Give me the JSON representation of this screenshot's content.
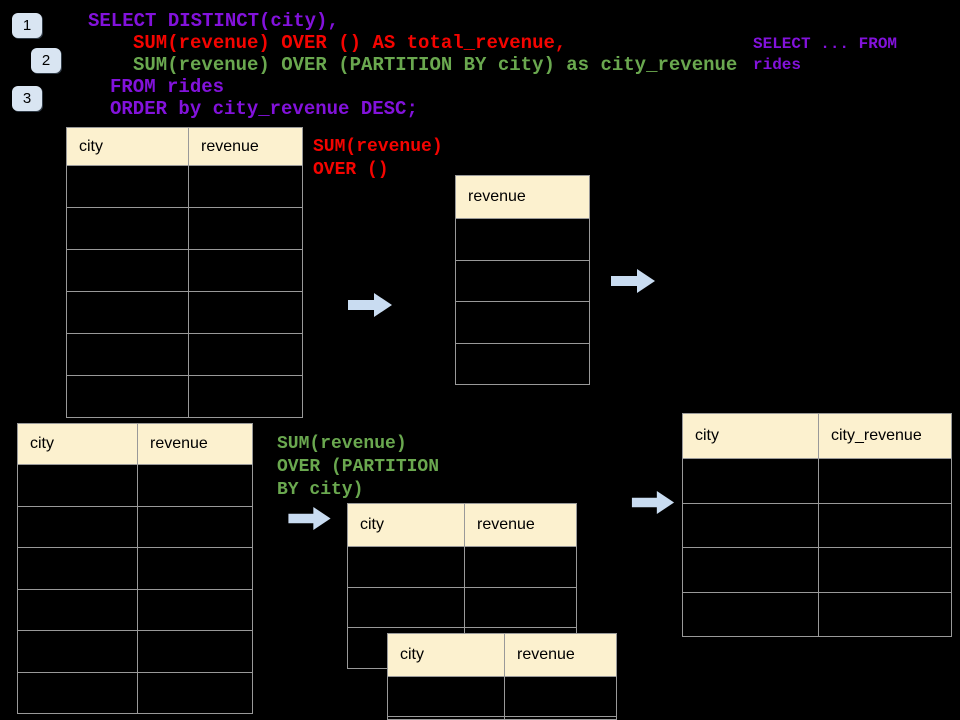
{
  "palette": {
    "purple": "#8312DC",
    "red": "#F50400",
    "green": "#6AA84F",
    "header-bg": "#FCF1CF",
    "grid": "#999999",
    "arrow": "#C9DCF1",
    "badge-bg": "#D9E5F2",
    "canvas-bg": "#000000"
  },
  "steps": [
    {
      "label": "1"
    },
    {
      "label": "2"
    },
    {
      "label": "3"
    }
  ],
  "sql": {
    "line1": "SELECT DISTINCT(city),",
    "line2": "SUM(revenue) OVER () AS total_revenue,",
    "line3": "SUM(revenue) OVER (PARTITION BY city) as city_revenue",
    "line4": "FROM rides",
    "line5": "ORDER by city_revenue DESC;"
  },
  "side_note": {
    "line1": "SELECT ... FROM",
    "line2": "rides"
  },
  "note_total": {
    "line1": "SUM(revenue)",
    "line2": "OVER ()"
  },
  "note_partition": {
    "line1": "SUM(revenue)",
    "line2": "OVER (PARTITION",
    "line3": "BY city)"
  },
  "tables": {
    "source": {
      "headers": [
        "city",
        "revenue"
      ],
      "rows": 6
    },
    "total": {
      "headers": [
        "revenue"
      ],
      "rows": 4
    },
    "source2": {
      "headers": [
        "city",
        "revenue"
      ],
      "rows": 6
    },
    "partition_a": {
      "headers": [
        "city",
        "revenue"
      ],
      "rows": 3
    },
    "partition_b": {
      "headers": [
        "city",
        "revenue"
      ],
      "rows": 2
    },
    "result": {
      "headers": [
        "city",
        "city_revenue"
      ],
      "rows": 4
    }
  }
}
